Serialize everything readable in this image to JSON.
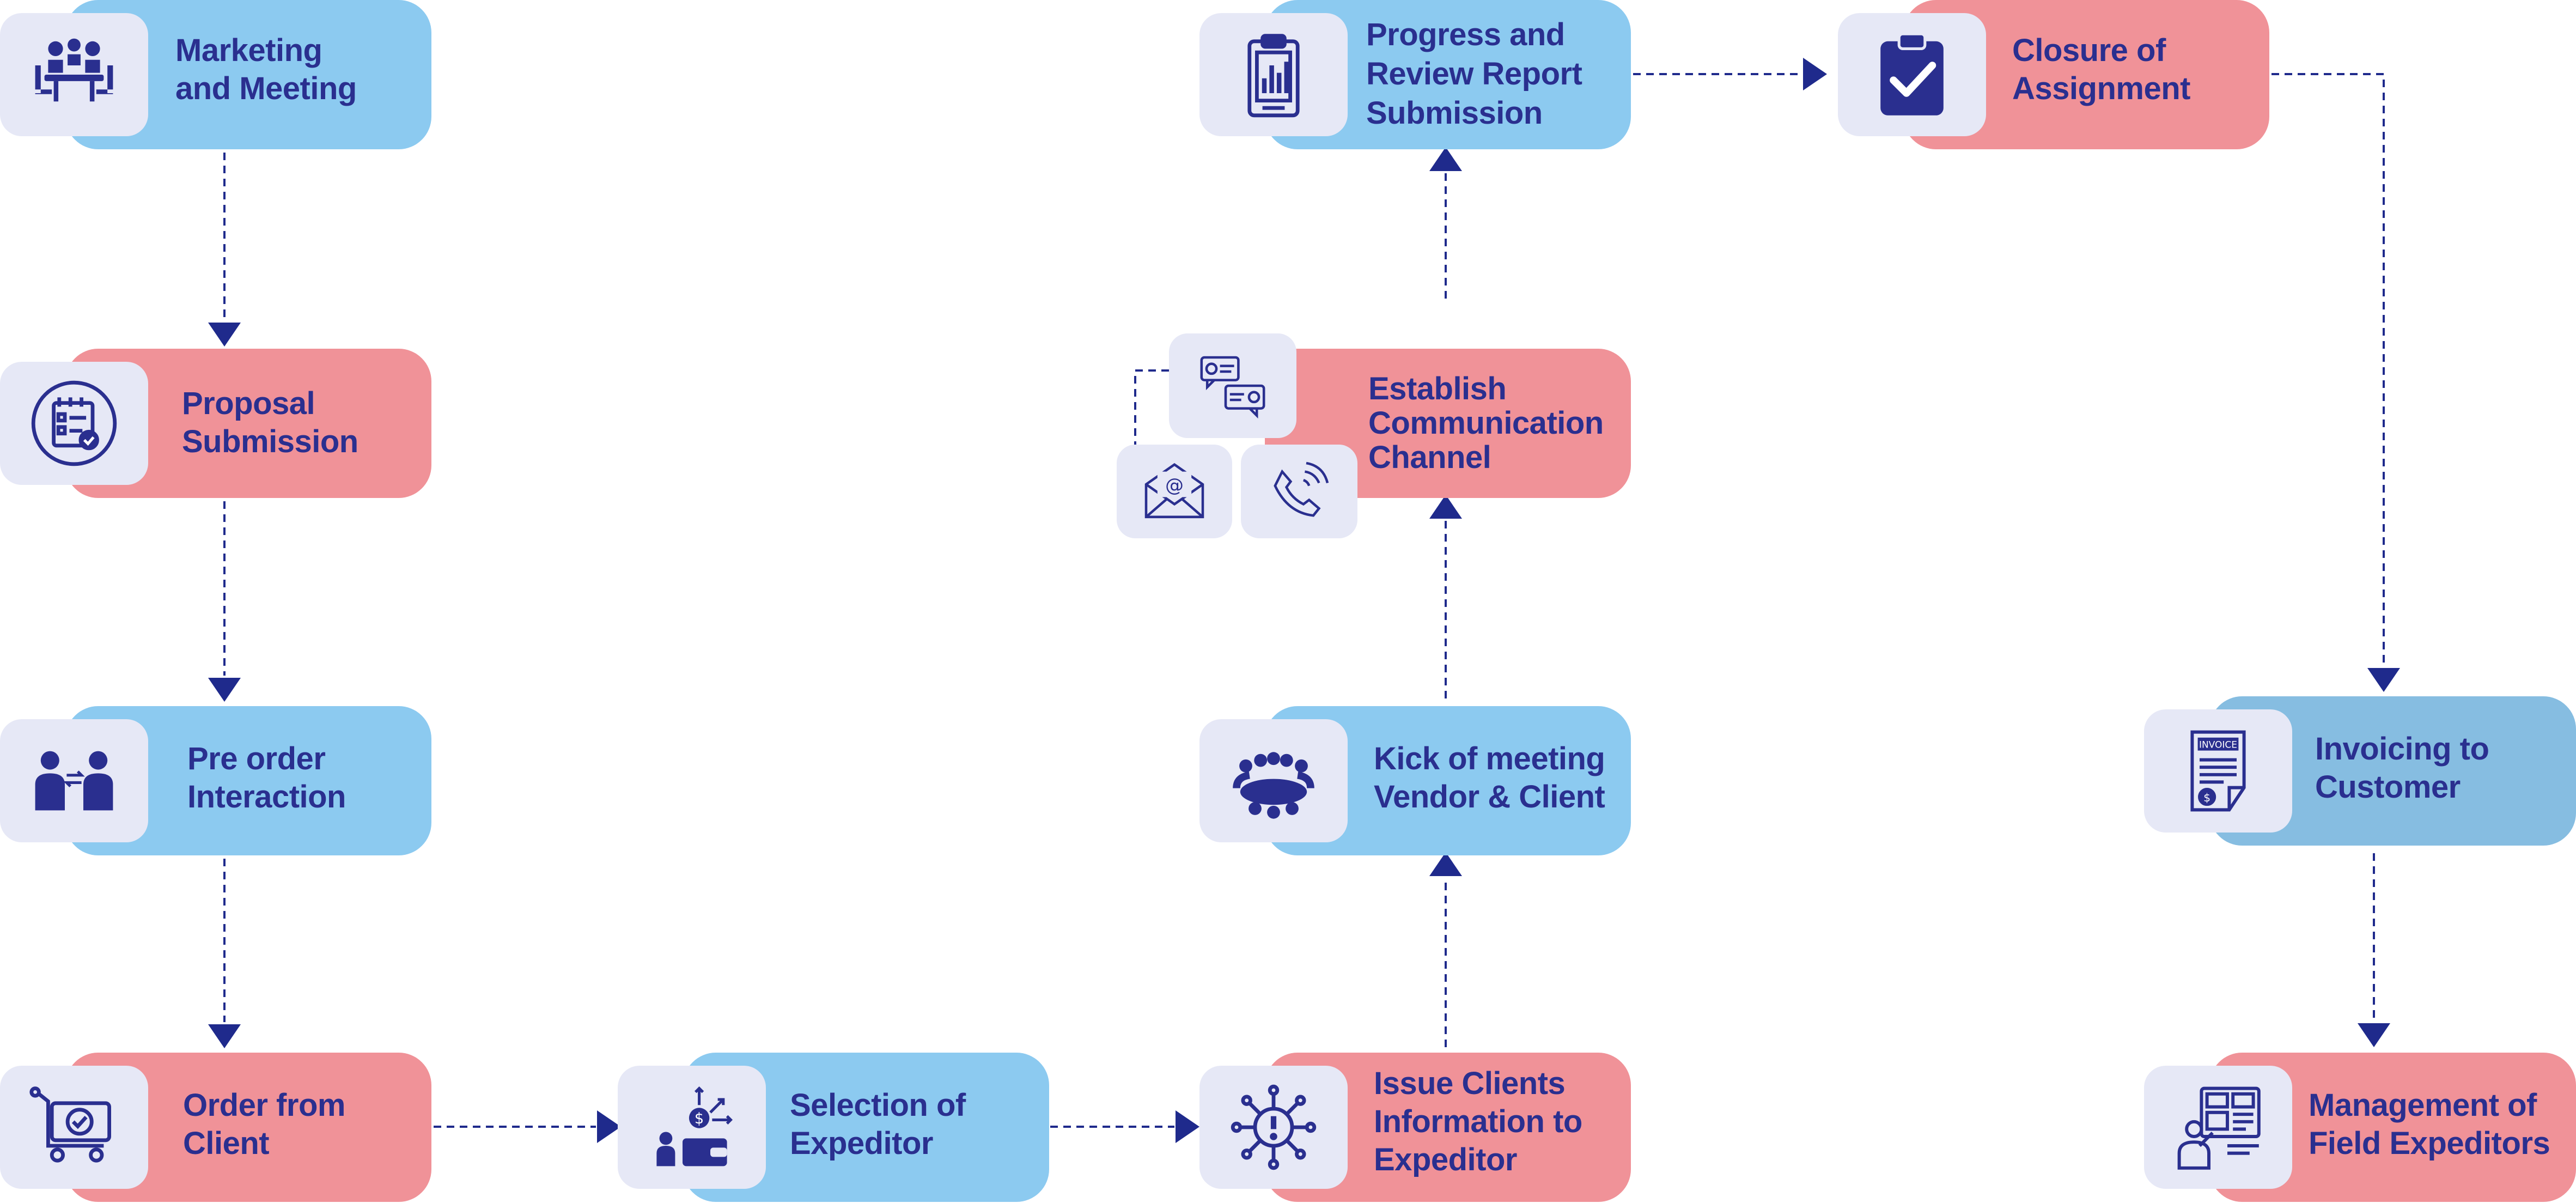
{
  "colors": {
    "blue": "#8ccaf0",
    "pink": "#f09298",
    "slate_blue": "#86bde1",
    "tile": "#e6e8f6",
    "ink": "#2a2f8f",
    "arrow": "#1f2a8c"
  },
  "nodes": [
    {
      "id": "marketing",
      "label": "Marketing\nand Meeting",
      "color": "blue",
      "icon": "meeting-table-icon"
    },
    {
      "id": "proposal",
      "label": "Proposal\nSubmission",
      "color": "pink",
      "icon": "calendar-checklist-icon"
    },
    {
      "id": "preorder",
      "label": "Pre order\nInteraction",
      "color": "blue",
      "icon": "two-people-exchange-icon"
    },
    {
      "id": "order",
      "label": "Order from\nClient",
      "color": "pink",
      "icon": "shopping-cart-check-icon"
    },
    {
      "id": "selection",
      "label": "Selection of\nExpeditor",
      "color": "blue",
      "icon": "wallet-dollar-person-icon"
    },
    {
      "id": "issue",
      "label": "Issue Clients\nInformation to\nExpeditor",
      "color": "pink",
      "icon": "alert-gear-network-icon"
    },
    {
      "id": "kickoff",
      "label": "Kick of meeting\nVendor & Client",
      "color": "blue",
      "icon": "group-meeting-icon"
    },
    {
      "id": "communication",
      "label": "Establish\nCommunication\nChannel",
      "color": "pink",
      "icon": "chat-bubbles-icon"
    },
    {
      "id": "progress",
      "label": "Progress and\nReview Report\nSubmission",
      "color": "blue",
      "icon": "clipboard-chart-icon"
    },
    {
      "id": "closure",
      "label": "Closure of\nAssignment",
      "color": "pink",
      "icon": "clipboard-check-icon"
    },
    {
      "id": "invoicing",
      "label": "Invoicing to\nCustomer",
      "color": "slate_blue",
      "icon": "invoice-document-icon"
    },
    {
      "id": "management",
      "label": "Management of\nField Expeditors",
      "color": "pink",
      "icon": "presenter-board-icon"
    }
  ],
  "extra_icons": [
    "email-envelope-icon",
    "phone-handset-icon"
  ],
  "edges": [
    [
      "marketing",
      "proposal"
    ],
    [
      "proposal",
      "preorder"
    ],
    [
      "preorder",
      "order"
    ],
    [
      "order",
      "selection"
    ],
    [
      "selection",
      "issue"
    ],
    [
      "issue",
      "kickoff"
    ],
    [
      "kickoff",
      "communication"
    ],
    [
      "communication",
      "progress"
    ],
    [
      "progress",
      "closure"
    ],
    [
      "closure",
      "invoicing"
    ],
    [
      "invoicing",
      "management"
    ]
  ]
}
